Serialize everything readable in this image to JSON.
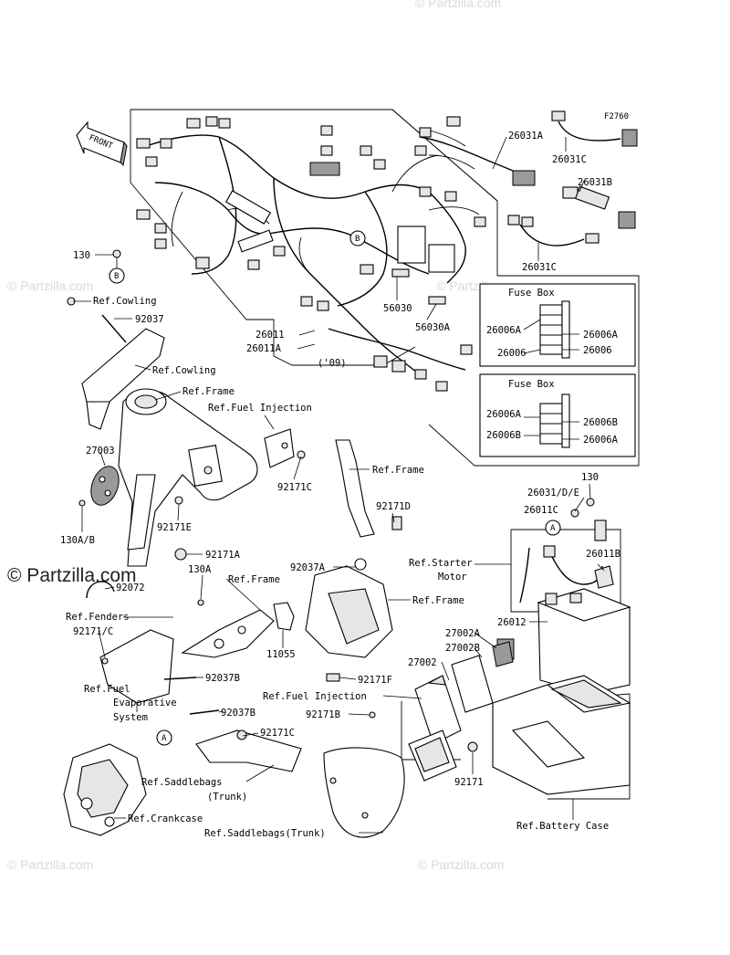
{
  "figure_code": "F2760",
  "front_label": "FRONT",
  "watermarks": {
    "center": "© Partzilla.com",
    "corner": "© Partzilla.com"
  },
  "callout_letters": {
    "a": "A",
    "b": "B"
  },
  "fuse_box_label": "Fuse Box",
  "year_note": "('09)",
  "part_labels": {
    "p26031A": "26031A",
    "p26031C_top": "26031C",
    "p26031B": "26031B",
    "p26031C_mid": "26031C",
    "p130_left": "130",
    "p56030": "56030",
    "p56030A": "56030A",
    "p26011": "26011",
    "p26011A": "26011A",
    "p26006A_1": "26006A",
    "p26006A_2": "26006A",
    "p26006_1": "26006",
    "p26006_2": "26006",
    "p26006A_3": "26006A",
    "p26006B_1": "26006B",
    "p26006B_2": "26006B",
    "p26006A_4": "26006A",
    "ref_cowling_1": "Ref.Cowling",
    "p92037": "92037",
    "ref_cowling_2": "Ref.Cowling",
    "ref_frame_1": "Ref.Frame",
    "ref_fuel_inj_1": "Ref.Fuel Injection",
    "p27003": "27003",
    "p92171C_1": "92171C",
    "ref_frame_2": "Ref.Frame",
    "p26031DE": "26031/D/E",
    "p130_right": "130",
    "p26011C": "26011C",
    "p130AB": "130A/B",
    "p92171E": "92171E",
    "p92171D": "92171D",
    "p26011B": "26011B",
    "p92171A": "92171A",
    "p92037A": "92037A",
    "ref_starter": "Ref.Starter",
    "motor": "Motor",
    "p92072": "92072",
    "p130A": "130A",
    "ref_frame_3": "Ref.Frame",
    "ref_frame_4": "Ref.Frame",
    "ref_fenders": "Ref.Fenders",
    "p92171C_2": "92171/C",
    "p26012": "26012",
    "p27002A": "27002A",
    "p27002B": "27002B",
    "p11055": "11055",
    "p27002": "27002",
    "p92037B_1": "92037B",
    "p92171F": "92171F",
    "ref_fuel": "Ref.Fuel",
    "evaporative": "Evaporative",
    "system": "System",
    "ref_fuel_inj_2": "Ref.Fuel Injection",
    "p92037B_2": "92037B",
    "p92171B": "92171B",
    "p92171C_3": "92171C",
    "ref_saddlebags_1": "Ref.Saddlebags",
    "trunk": "(Trunk)",
    "p92171": "92171",
    "ref_crankcase": "Ref.Crankcase",
    "ref_battery": "Ref.Battery Case",
    "ref_saddlebags_2": "Ref.Saddlebags(Trunk)"
  }
}
